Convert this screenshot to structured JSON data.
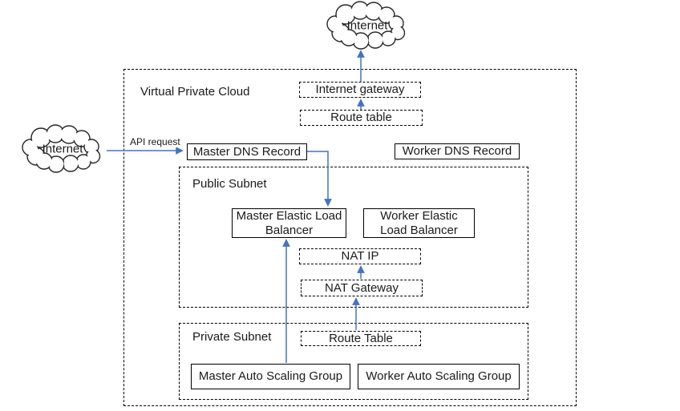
{
  "diagram": {
    "clouds": {
      "top_label": "Internet",
      "left_label": "Internet"
    },
    "containers": {
      "vpc_label": "Virtual Private Cloud",
      "public_subnet_label": "Public Subnet",
      "private_subnet_label": "Private Subnet"
    },
    "nodes": {
      "internet_gateway": "Internet gateway",
      "route_table_vpc": "Route table",
      "master_dns_record": "Master DNS Record",
      "worker_dns_record": "Worker DNS Record",
      "master_elb": "Master Elastic Load Balancer",
      "worker_elb": "Worker Elastic Load Balancer",
      "nat_ip": "NAT IP",
      "nat_gateway": "NAT Gateway",
      "route_table_private": "Route Table",
      "master_asg": "Master Auto Scaling Group",
      "worker_asg": "Worker Auto Scaling Group"
    },
    "edge_labels": {
      "api_request": "API request"
    },
    "edges": [
      {
        "from": "internet_gateway",
        "to": "internet_cloud_top"
      },
      {
        "from": "route_table_vpc",
        "to": "internet_gateway"
      },
      {
        "from": "internet_cloud_left",
        "to": "master_dns_record",
        "label": "API request"
      },
      {
        "from": "master_dns_record",
        "to": "master_elb"
      },
      {
        "from": "master_asg",
        "to": "master_elb"
      },
      {
        "from": "route_table_private",
        "to": "nat_gateway"
      },
      {
        "from": "nat_gateway",
        "to": "nat_ip"
      }
    ],
    "colors": {
      "arrow_blue": "#4472c4",
      "line_black": "#000000",
      "canvas_bg": "#ffffff"
    }
  }
}
